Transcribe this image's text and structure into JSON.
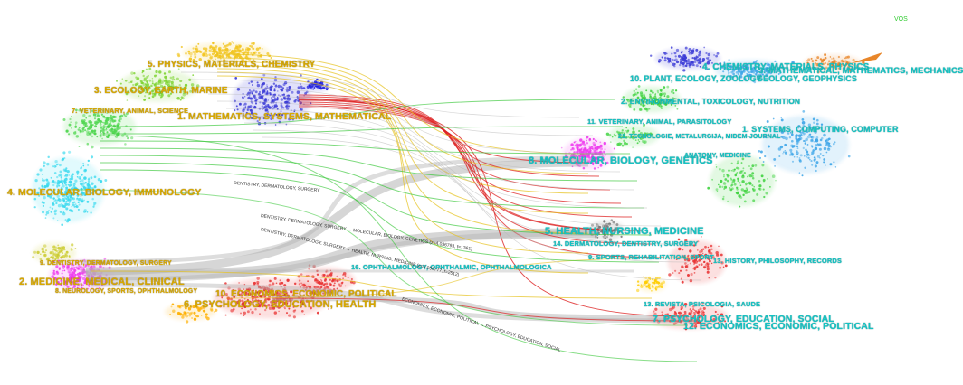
{
  "watermark": "VOS",
  "citing_clusters": [
    {
      "label": "5. PHYSICS, MATERIALS, CHEMISTRY",
      "color": "#f2c521"
    },
    {
      "label": "3. ECOLOGY, EARTH, MARINE",
      "color": "#7cd32f"
    },
    {
      "label": "7. VETERINARY, ANIMAL, SCIENCE",
      "color": "#4fd64f"
    },
    {
      "label": "1. MATHEMATICS, SYSTEMS, MATHEMATICAL",
      "color": "#3b3bd6"
    },
    {
      "label": "4. MOLECULAR, BIOLOGY, IMMUNOLOGY",
      "color": "#39d9ee"
    },
    {
      "label": "9. DENTISTRY, DERMATOLOGY, SURGERY",
      "color": "#cccc33"
    },
    {
      "label": "2. MEDICINE, MEDICAL, CLINICAL",
      "color": "#ee3cee"
    },
    {
      "label": "8. NEUROLOGY, SPORTS, OPHTHALMOLOGY",
      "color": "#ff66cc"
    },
    {
      "label": "10. ECONOMICS, ECONOMIC, POLITICAL",
      "color": "#e83232"
    },
    {
      "label": "6. PSYCHOLOGY, EDUCATION, HEALTH",
      "color": "#e83232"
    }
  ],
  "cited_clusters": [
    {
      "label": "4. CHEMISTRY, MATERIALS, PHYSICS",
      "color": "#3fa6e8"
    },
    {
      "label": "3. MATHEMATICAL, MATHEMATICS, MECHANICS",
      "color": "#e8862a"
    },
    {
      "label": "10. PLANT, ECOLOGY, ZOOLOGY",
      "color": "#3b3bd6"
    },
    {
      "label": "GEOLOGY, GEOPHYSICS",
      "color": "#3b3bd6"
    },
    {
      "label": "2. ENVIRONMENTAL, TOXICOLOGY, NUTRITION",
      "color": "#3fd23f"
    },
    {
      "label": "11. VETERINARY, ANIMAL, PARASITOLOGY",
      "color": "#4fd64f"
    },
    {
      "label": "1. SYSTEMS, COMPUTING, COMPUTER",
      "color": "#3fa6e8"
    },
    {
      "label": "21. TECNOLOGIE, METALURGIJA, MIDEM-JOURNAL",
      "color": "#999999"
    },
    {
      "label": "8. MOLECULAR, BIOLOGY, GENETICS",
      "color": "#ee3cee"
    },
    {
      "label": "ANATOMY, MEDICINE",
      "color": "#ee3cee"
    },
    {
      "label": "5. HEALTH, NURSING, MEDICINE",
      "color": "#666666"
    },
    {
      "label": "14. DERMATOLOGY, DENTISTRY, SURGERY",
      "color": "#cccc33"
    },
    {
      "label": "16. OPHTHALMOLOGY, OPHTHALMIC, OPHTHALMOLOGICA",
      "color": "#ffcc00"
    },
    {
      "label": "9. SPORTS, REHABILITATION, SPORT",
      "color": "#ffb000"
    },
    {
      "label": "13. HISTORY, PHILOSOPHY, RECORDS",
      "color": "#e83232"
    },
    {
      "label": "13. REVISTA, PSICOLOGIA, SAUDE",
      "color": "#ffcc00"
    },
    {
      "label": "7. PSYCHOLOGY, EDUCATION, SOCIAL",
      "color": "#e83232"
    },
    {
      "label": "12. ECONOMICS, ECONOMIC, POLITICAL",
      "color": "#e83232"
    }
  ],
  "band_labels": [
    "DENTISTRY, DERMATOLOGY, SURGERY",
    "DENTISTRY, DERMATOLOGY, SURGERY → MOLECULAR, BIOLOGY, GENETICS (z=4.036793, f=1361)",
    "DENTISTRY, DERMATOLOGY, SURGERY → HEALTH, NURSING, MEDICINE (z=5.056777, f=2512)",
    "ECONOMICS, ECONOMIC, POLITICAL → PSYCHOLOGY, EDUCATION, SOCIAL"
  ],
  "colors": {
    "label_left": "#d8a800",
    "label_right": "#15c3c3",
    "link_gray": "#b4b4b4",
    "link_red": "#dd2222",
    "link_yellow": "#e6c21e",
    "link_green": "#36c636"
  }
}
